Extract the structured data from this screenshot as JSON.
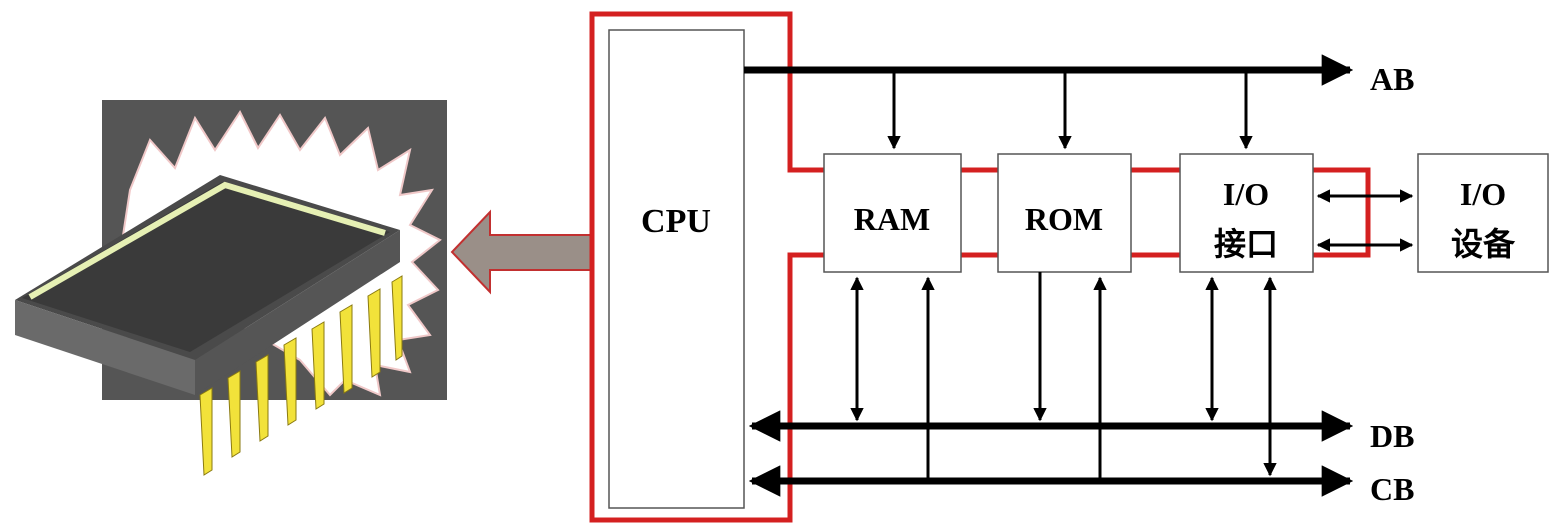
{
  "blocks": {
    "cpu": "CPU",
    "ram": "RAM",
    "rom": "ROM",
    "io_port": {
      "line1": "I/O",
      "line2": "接口"
    },
    "io_device": {
      "line1": "I/O",
      "line2": "设备"
    }
  },
  "buses": {
    "address": "AB",
    "data": "DB",
    "control": "CB"
  },
  "colors": {
    "highlight": "#d42020",
    "bus": "#000000",
    "arrow_fill": "#9a8f88",
    "chip_bg": "#555555",
    "chip_body": "#3a3a3a",
    "chip_trim": "#e6f0b4",
    "chip_pins": "#f2e23a"
  },
  "icons": {
    "chip": "microchip-icon",
    "pointer": "left-arrow-icon"
  }
}
